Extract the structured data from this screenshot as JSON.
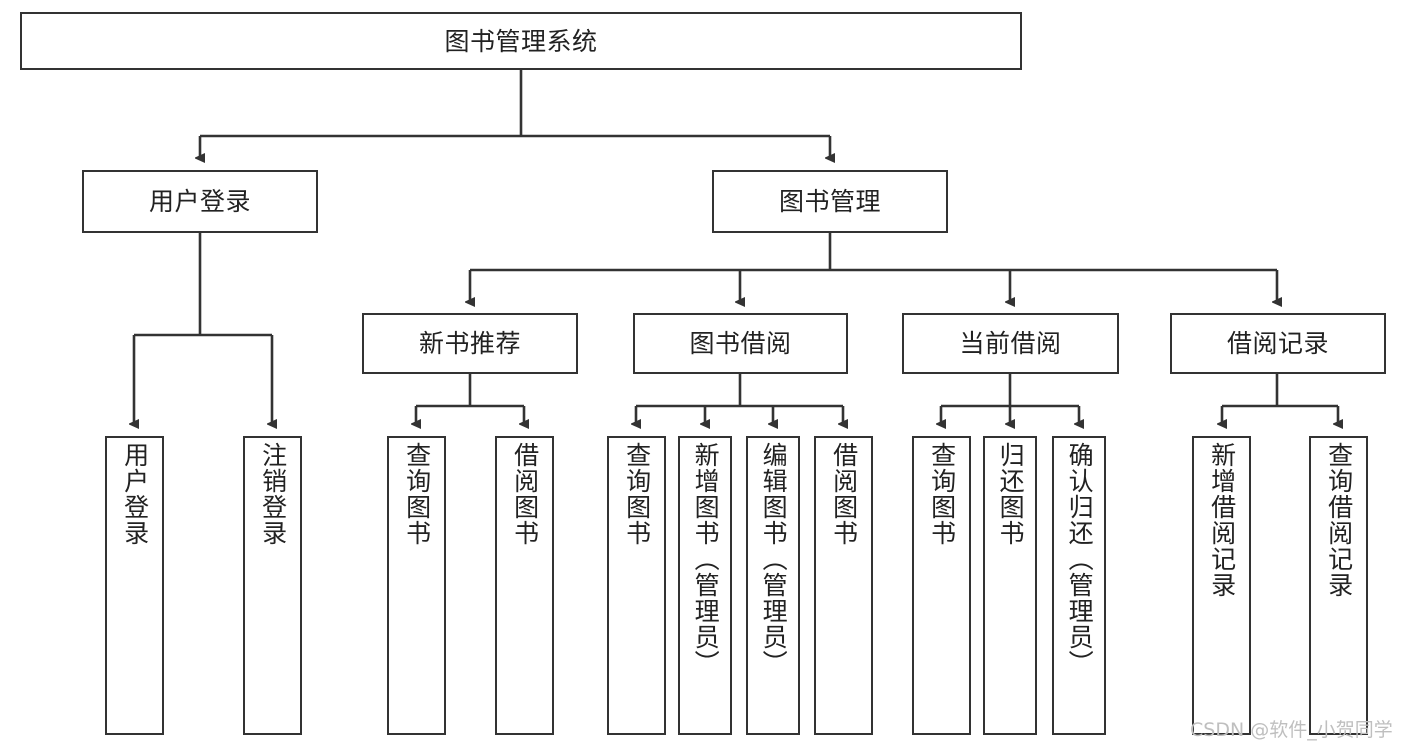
{
  "diagram": {
    "title": "图书管理系统",
    "type": "tree-structure-chart",
    "root": {
      "label": "图书管理系统",
      "orientation": "horizontal"
    },
    "level2": [
      {
        "label": "用户登录",
        "orientation": "horizontal"
      },
      {
        "label": "图书管理",
        "orientation": "horizontal"
      }
    ],
    "level3": [
      {
        "label": "新书推荐",
        "orientation": "horizontal",
        "parent": "图书管理"
      },
      {
        "label": "图书借阅",
        "orientation": "horizontal",
        "parent": "图书管理"
      },
      {
        "label": "当前借阅",
        "orientation": "horizontal",
        "parent": "图书管理"
      },
      {
        "label": "借阅记录",
        "orientation": "horizontal",
        "parent": "图书管理"
      }
    ],
    "leaves": {
      "user_login": [
        {
          "label": "用户登录",
          "orientation": "vertical"
        },
        {
          "label": "注销登录",
          "orientation": "vertical"
        }
      ],
      "new_book_recommend": [
        {
          "label": "查询图书",
          "orientation": "vertical"
        },
        {
          "label": "借阅图书",
          "orientation": "vertical"
        }
      ],
      "book_borrow": [
        {
          "label": "查询图书",
          "orientation": "vertical"
        },
        {
          "label": "新增图书（管理员）",
          "orientation": "vertical"
        },
        {
          "label": "编辑图书（管理员）",
          "orientation": "vertical"
        },
        {
          "label": "借阅图书",
          "orientation": "vertical"
        }
      ],
      "current_borrow": [
        {
          "label": "查询图书",
          "orientation": "vertical"
        },
        {
          "label": "归还图书",
          "orientation": "vertical"
        },
        {
          "label": "确认归还（管理员）",
          "orientation": "vertical"
        }
      ],
      "borrow_record": [
        {
          "label": "新增借阅记录",
          "orientation": "vertical"
        },
        {
          "label": "查询借阅记录",
          "orientation": "vertical"
        }
      ]
    },
    "watermark": "CSDN @软件_小贺同学",
    "colors": {
      "stroke": "#333333",
      "fill": "#ffffff",
      "text": "#222222",
      "watermark": "#bfbfbf"
    }
  }
}
